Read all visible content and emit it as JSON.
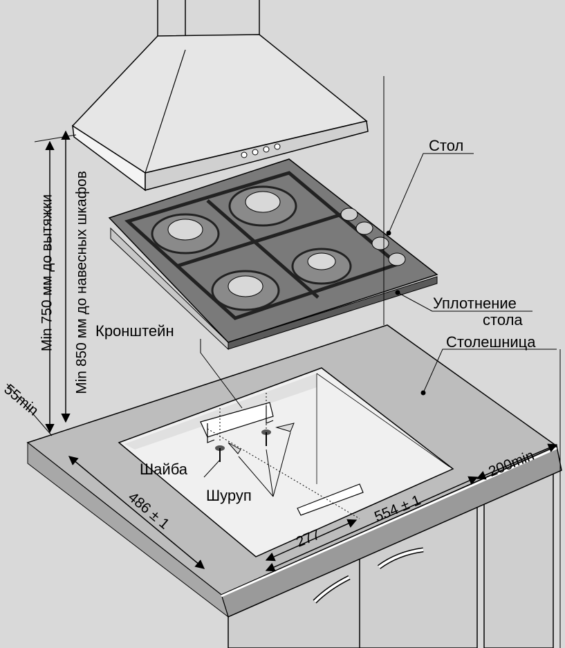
{
  "labels": {
    "table": "Стол",
    "seal_line1": "Уплотнение",
    "seal_line2": "стола",
    "countertop": "Столешница",
    "bracket": "Кронштейн",
    "washer": "Шайба",
    "screw": "Шуруп"
  },
  "dimensions": {
    "hood_height": "Min 750 мм до вытяжки",
    "cabinet_height": "Min 850 мм до навесных шкафов",
    "front_margin": "55min",
    "side_margin": "200min",
    "depth": "486 ± 1",
    "width": "554 ± 1",
    "half_width": "277"
  },
  "colors": {
    "background": "#d9d9d9",
    "hob_glass": "#7a7a7a",
    "countertop_top": "#bdbdbd",
    "countertop_edge": "#9a9a9a",
    "cutout": "#f0f0f0",
    "hood": "#e6e6e6"
  }
}
